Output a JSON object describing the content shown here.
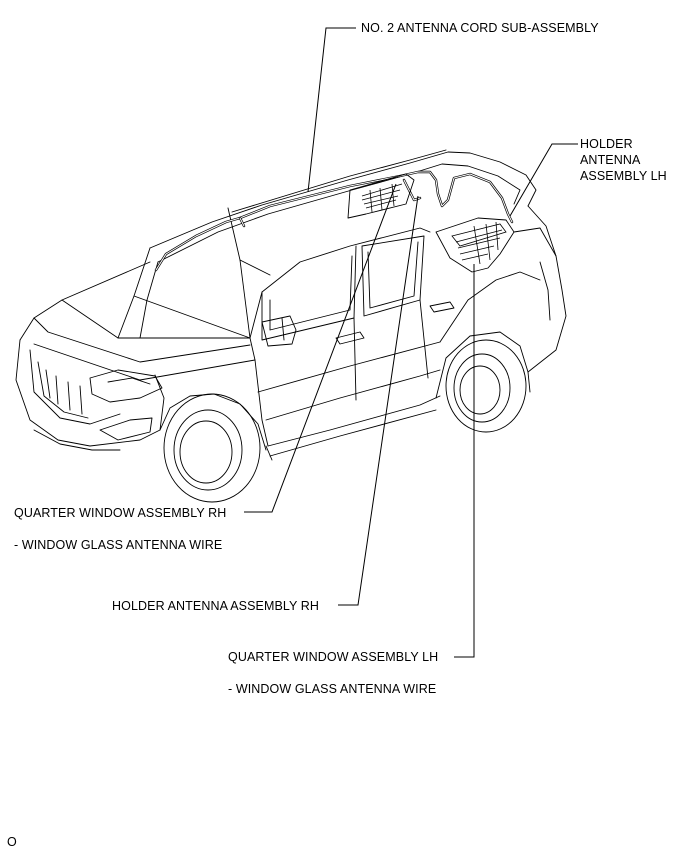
{
  "labels": {
    "cord": "NO. 2 ANTENNA CORD SUB-ASSEMBLY",
    "holder_lh": [
      "HOLDER",
      "ANTENNA",
      "ASSEMBLY LH"
    ],
    "quarter_rh": "QUARTER WINDOW ASSEMBLY RH",
    "quarter_rh_sub": "- WINDOW GLASS ANTENNA WIRE",
    "holder_rh": "HOLDER ANTENNA ASSEMBLY RH",
    "quarter_lh": "QUARTER WINDOW ASSEMBLY LH",
    "quarter_lh_sub": "- WINDOW GLASS ANTENNA WIRE"
  },
  "figure_code": "O",
  "colors": {
    "line": "#000000",
    "background": "#ffffff"
  }
}
